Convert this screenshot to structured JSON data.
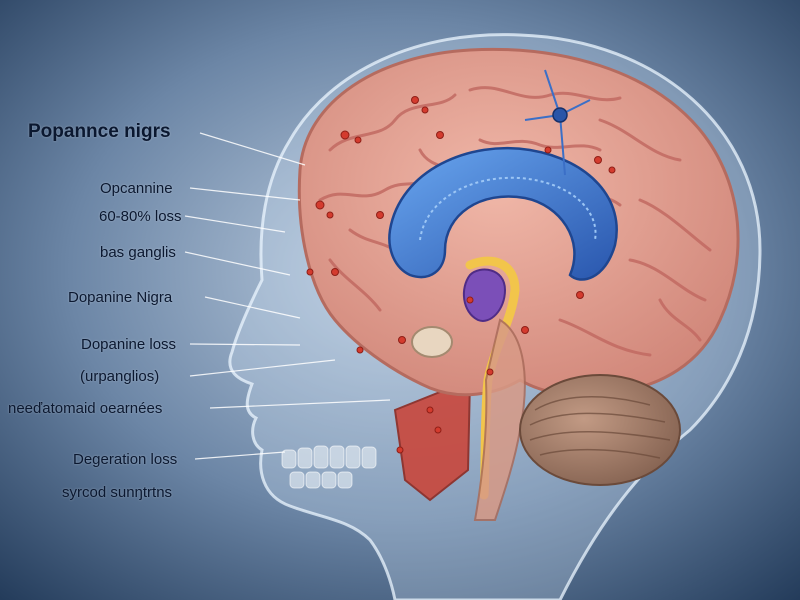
{
  "colors": {
    "background_center": "#bccde0",
    "background_edge": "#223a59",
    "cortex": "#e7a596",
    "cortex_fold": "#c26a62",
    "basal_ganglia_blue": "#3f7ed8",
    "substantia_purple": "#7b4fb8",
    "yellow_tract": "#f2c54b",
    "cerebellum": "#a8806c",
    "neuron_red": "#d43b2e",
    "label_text": "#0b1830"
  },
  "icons": [
    "head-silhouette",
    "brain",
    "neuron-icon",
    "cerebellum",
    "spinal-tract"
  ],
  "labels": {
    "title": "Popannce nigrs",
    "l1": "Opcannine",
    "l2": "60-80% loss",
    "l3": "bas ganglis",
    "l4": "Dopanine Nigra",
    "l5": "Dopanine loss",
    "l6": "(urpanglios)",
    "l7": "neeďatomaid oearnées",
    "l8": "Degeration loss",
    "l9": "syrcod sunŋtrtns"
  }
}
